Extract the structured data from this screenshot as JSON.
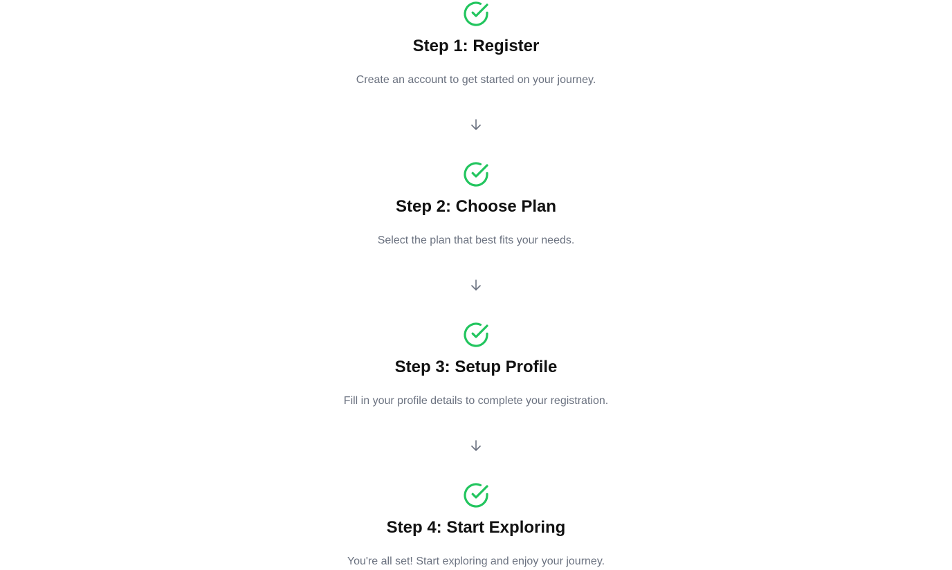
{
  "colors": {
    "check": "#22c55e",
    "arrow": "#6b7280",
    "title": "#111111",
    "description": "#6b7280",
    "background": "#ffffff"
  },
  "steps": [
    {
      "icon": "check-circle-icon",
      "title": "Step 1: Register",
      "description": "Create an account to get started on your journey."
    },
    {
      "icon": "check-circle-icon",
      "title": "Step 2: Choose Plan",
      "description": "Select the plan that best fits your needs."
    },
    {
      "icon": "check-circle-icon",
      "title": "Step 3: Setup Profile",
      "description": "Fill in your profile details to complete your registration."
    },
    {
      "icon": "check-circle-icon",
      "title": "Step 4: Start Exploring",
      "description": "You're all set! Start exploring and enjoy your journey."
    }
  ],
  "connector_icon": "arrow-down-icon"
}
